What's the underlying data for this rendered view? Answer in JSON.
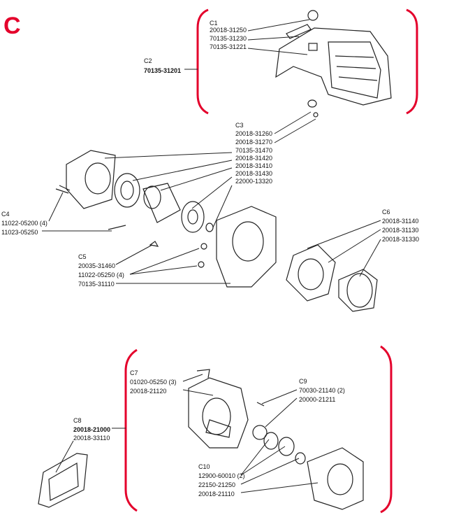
{
  "section_letter": "C",
  "accent_color": "#e4002b",
  "groups": {
    "c1": {
      "code": "C1",
      "parts": [
        "20018-31250",
        "70135-31230",
        "70135-31221"
      ]
    },
    "c2": {
      "code": "C2",
      "parts": [
        "70135-31201"
      ]
    },
    "c3": {
      "code": "C3",
      "parts": [
        "20018-31260",
        "20018-31270",
        "70135-31470",
        "20018-31420",
        "20018-31410",
        "20018-31430",
        "22000-13320"
      ]
    },
    "c4": {
      "code": "C4",
      "parts": [
        "11022-05200 (4)",
        "11023-05250"
      ]
    },
    "c5": {
      "code": "C5",
      "parts": [
        "20035-31460",
        "11022-05250 (4)",
        "70135-31110"
      ]
    },
    "c6": {
      "code": "C6",
      "parts": [
        "20018-31140",
        "20018-31130",
        "20018-31330"
      ]
    },
    "c7": {
      "code": "C7",
      "parts": [
        "01020-05250 (3)",
        "20018-21120"
      ]
    },
    "c8": {
      "code": "C8",
      "parts": [
        "20018-21000",
        "20018-33110"
      ]
    },
    "c9": {
      "code": "C9",
      "parts": [
        "70030-21140 (2)",
        "20000-21211"
      ]
    },
    "c10": {
      "code": "C10",
      "parts": [
        "12900-60010 (2)",
        "22150-21250",
        "20018-21110"
      ]
    }
  }
}
